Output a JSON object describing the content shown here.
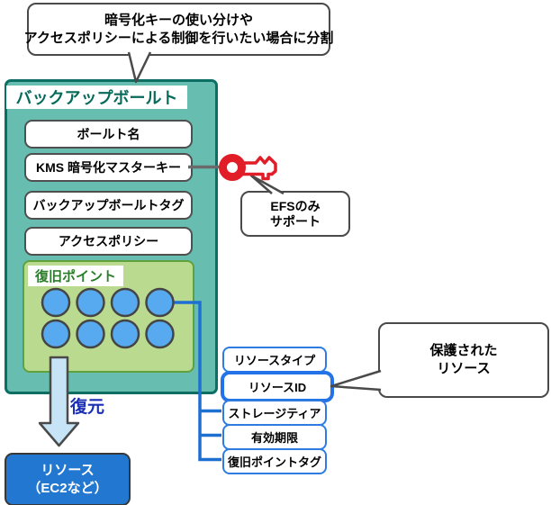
{
  "colors": {
    "teal_fill": "#66bdb0",
    "teal_border": "#0d6e63",
    "teal_text": "#066a5b",
    "green_fill": "#bada90",
    "green_border": "#5fa23c",
    "green_text": "#2a7d2a",
    "circle_fill": "#57aaef",
    "circle_border": "#454545",
    "line_blue": "#1e6fd2",
    "attr_border": "#2e7ce0",
    "attr_id_border": "#2472e8",
    "resource_fill": "#2277d0",
    "resource_border": "#383838",
    "restore_text": "#1b2fb5",
    "key_red": "#e11d28",
    "callout_border": "#4a4a4a",
    "item_border": "#4f4f4f",
    "gray_line": "#6a6a6a",
    "arrow_fill": "#c6e4f6"
  },
  "callout_split": {
    "line1": "暗号化キーの使い分けや",
    "line2": "アクセスポリシーによる制御を行いたい場合に分割"
  },
  "vault": {
    "title": "バックアップボールト",
    "items": [
      "ボールト名",
      "KMS 暗号化マスターキー",
      "バックアップボールトタグ",
      "アクセスポリシー"
    ]
  },
  "recovery": {
    "title": "復旧ポイント",
    "point_count": 8
  },
  "callout_efs": {
    "line1": "EFSのみ",
    "line2": "サポート"
  },
  "callout_protected": {
    "line1": "保護された",
    "line2": "リソース"
  },
  "attributes": [
    "リソースタイプ",
    "リソースID",
    "ストレージティア",
    "有効期限",
    "復旧ポイントタグ"
  ],
  "restore_label": "復元",
  "resource_box": {
    "line1": "リソース",
    "line2": "（EC2など）"
  },
  "icons": {
    "key": "key-icon",
    "arrow": "down-arrow-icon",
    "point": "recovery-point-icon"
  }
}
